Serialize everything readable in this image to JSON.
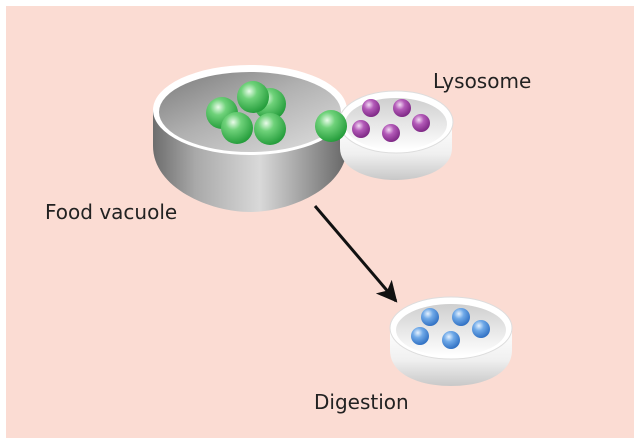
{
  "labels": {
    "lysosome": "Lysosome",
    "food_vacuole": "Food vacuole",
    "digestion": "Digestion"
  },
  "colors": {
    "background": "#fbdcd3",
    "food_particles": "#3dbb54",
    "lysosome_enzymes": "#9b3ea0",
    "digested_particles": "#4f93de",
    "arrow": "#111111"
  }
}
